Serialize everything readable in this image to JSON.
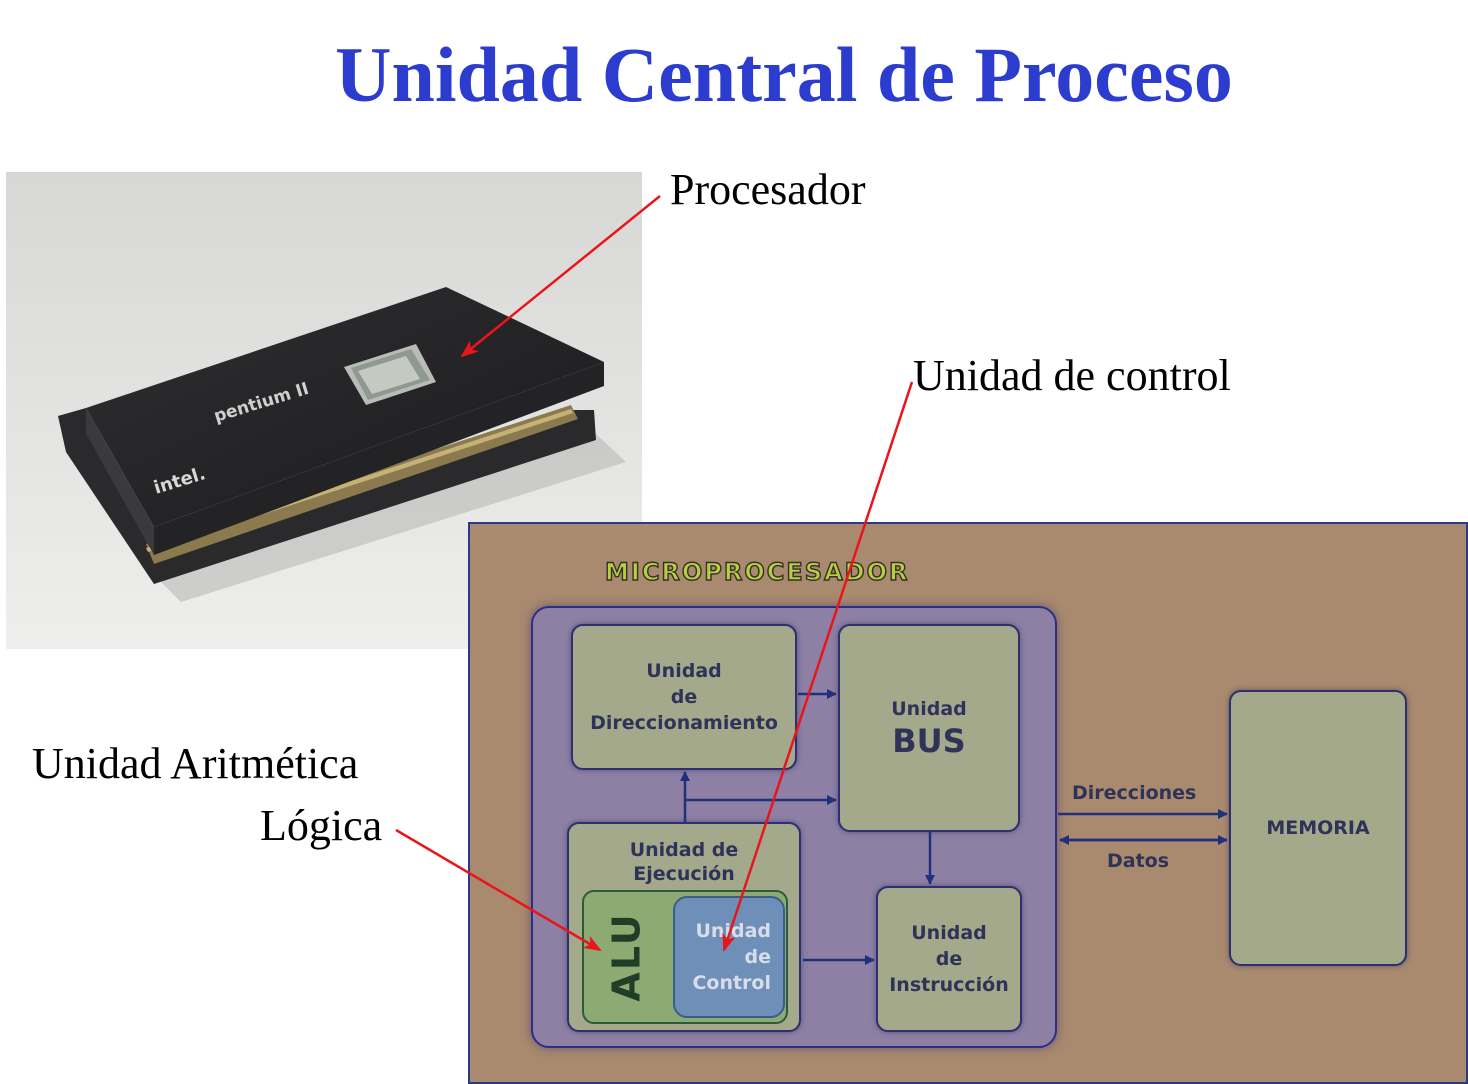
{
  "title": "Unidad Central de Proceso",
  "callouts": {
    "procesador": "Procesador",
    "unidad_control": "Unidad de control",
    "alu_line1": "Unidad Aritmética",
    "alu_line2": "Lógica"
  },
  "photo": {
    "brand": "intel.",
    "model": "pentium II"
  },
  "diagram": {
    "title": "MICROPROCESADOR",
    "addressing": [
      "Unidad",
      "de",
      "Direccionamiento"
    ],
    "bus": [
      "Unidad",
      "BUS"
    ],
    "execution": [
      "Unidad de",
      "Ejecución"
    ],
    "alu": "ALU",
    "control": [
      "Unidad",
      "de",
      "Control"
    ],
    "instruction": [
      "Unidad",
      "de",
      "Instrucción"
    ],
    "memory": "MEMORIA",
    "addresses": "Direcciones",
    "data": "Datos"
  },
  "colors": {
    "title": "#2b3ccf",
    "callout_arrow": "#e8161b",
    "diagram_bg": "#a98a6e",
    "micro_bg": "#8e80a5",
    "unit_bg": "#a4a98c",
    "alu_bg": "#8daa72",
    "control_bg": "#6e8fb8",
    "diagram_title": "#b7cf3e"
  }
}
